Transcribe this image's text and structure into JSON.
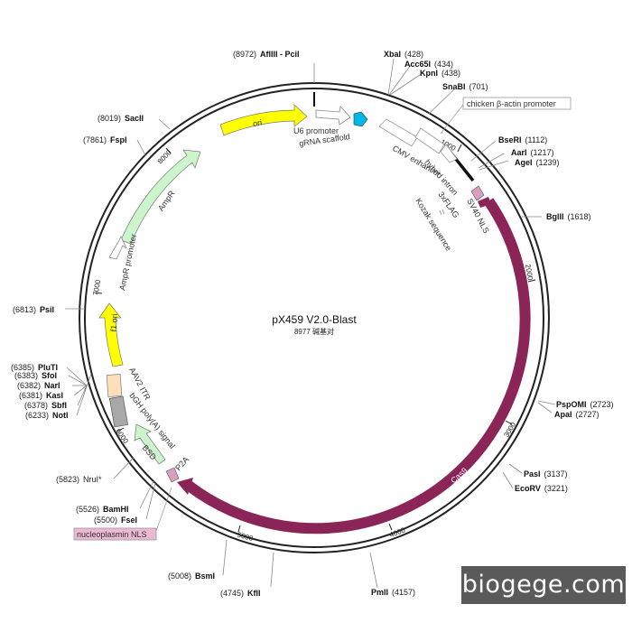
{
  "plasmid": {
    "name": "pX459 V2.0-Blast",
    "size_label": "8977 碱基对",
    "length": 8977,
    "scale_ticks": [
      "1000",
      "2000",
      "3000",
      "4000",
      "5000",
      "6000",
      "7000",
      "8000"
    ],
    "sites": [
      {
        "name": "AflIII - PciI",
        "pos": "(8972)"
      },
      {
        "name": "XbaI",
        "pos": "(428)"
      },
      {
        "name": "Acc65I",
        "pos": "(434)"
      },
      {
        "name": "KpnI",
        "pos": "(438)"
      },
      {
        "name": "SnaBI",
        "pos": "(701)"
      },
      {
        "name": "BseRI",
        "pos": "(1112)"
      },
      {
        "name": "AarI",
        "pos": "(1217)"
      },
      {
        "name": "AgeI",
        "pos": "(1239)"
      },
      {
        "name": "BglII",
        "pos": "(1618)"
      },
      {
        "name": "PspOMI",
        "pos": "(2723)"
      },
      {
        "name": "ApaI",
        "pos": "(2727)"
      },
      {
        "name": "PasI",
        "pos": "(3137)"
      },
      {
        "name": "EcoRV",
        "pos": "(3221)"
      },
      {
        "name": "PmlI",
        "pos": "(4157)"
      },
      {
        "name": "KflI",
        "pos": "(4745)"
      },
      {
        "name": "BsmI",
        "pos": "(5008)"
      },
      {
        "name": "FseI",
        "pos": "(5500)"
      },
      {
        "name": "BamHI",
        "pos": "(5526)"
      },
      {
        "name": "NruI*",
        "pos": "(5823)"
      },
      {
        "name": "NotI",
        "pos": "(6233)"
      },
      {
        "name": "SbfI",
        "pos": "(6378)"
      },
      {
        "name": "KasI",
        "pos": "(6381)"
      },
      {
        "name": "NarI",
        "pos": "(6382)"
      },
      {
        "name": "SfoI",
        "pos": "(6383)"
      },
      {
        "name": "PluTI",
        "pos": "(6385)"
      },
      {
        "name": "PsiI",
        "pos": "(6813)"
      },
      {
        "name": "FspI",
        "pos": "(7861)"
      },
      {
        "name": "SacII",
        "pos": "(8019)"
      }
    ],
    "features": [
      {
        "label": "ori"
      },
      {
        "label": "U6 promoter"
      },
      {
        "label": "gRNA scaffold"
      },
      {
        "label": "chicken β-actin promoter"
      },
      {
        "label": "CMV enhancer"
      },
      {
        "label": "hybrid intron"
      },
      {
        "label": "3xFLAG"
      },
      {
        "label": "SV40 NLS"
      },
      {
        "label": "Kozak sequence"
      },
      {
        "label": "Cas9"
      },
      {
        "label": "P2A"
      },
      {
        "label": "BSD"
      },
      {
        "label": "nucleoplasmin NLS"
      },
      {
        "label": "bGH poly(A) signal"
      },
      {
        "label": "AAV2 ITR"
      },
      {
        "label": "f1 ori"
      },
      {
        "label": "AmpR promoter"
      },
      {
        "label": "AmpR"
      }
    ],
    "colors": {
      "cas9": "#8b2457",
      "ori": "#ffff00",
      "ampr": "#ccf5cc",
      "u6_promoter": "#ffffff",
      "gRNA_scaffold": "#00b7ea",
      "sv40_nls": "#d9a0be",
      "aav2_itr": "#ffe0bb",
      "bgh_polya": "#a8a8a8",
      "nucleoplasmin_box": "#ebb9d4"
    }
  },
  "watermark": "biogege.com"
}
